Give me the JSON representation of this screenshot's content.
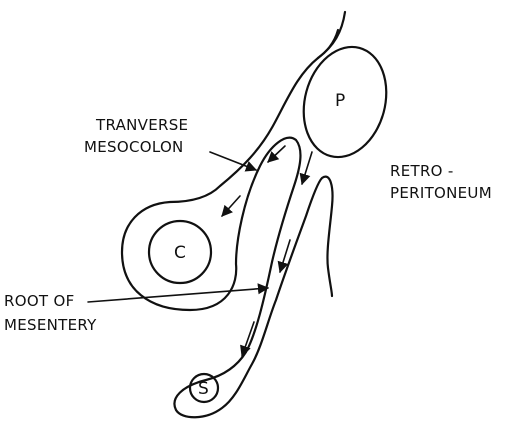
{
  "diagram": {
    "labels": {
      "pancreas": "P",
      "colon": "C",
      "small_bowel": "S",
      "transverse_mesocolon_line1": "TRANVERSE",
      "transverse_mesocolon_line2": "MESOCOLON",
      "retroperitoneum_line1": "RETRO -",
      "retroperitoneum_line2": "PERITONEUM",
      "root_of_mesentery_line1": "ROOT OF",
      "root_of_mesentery_line2": "MESENTERY"
    }
  }
}
